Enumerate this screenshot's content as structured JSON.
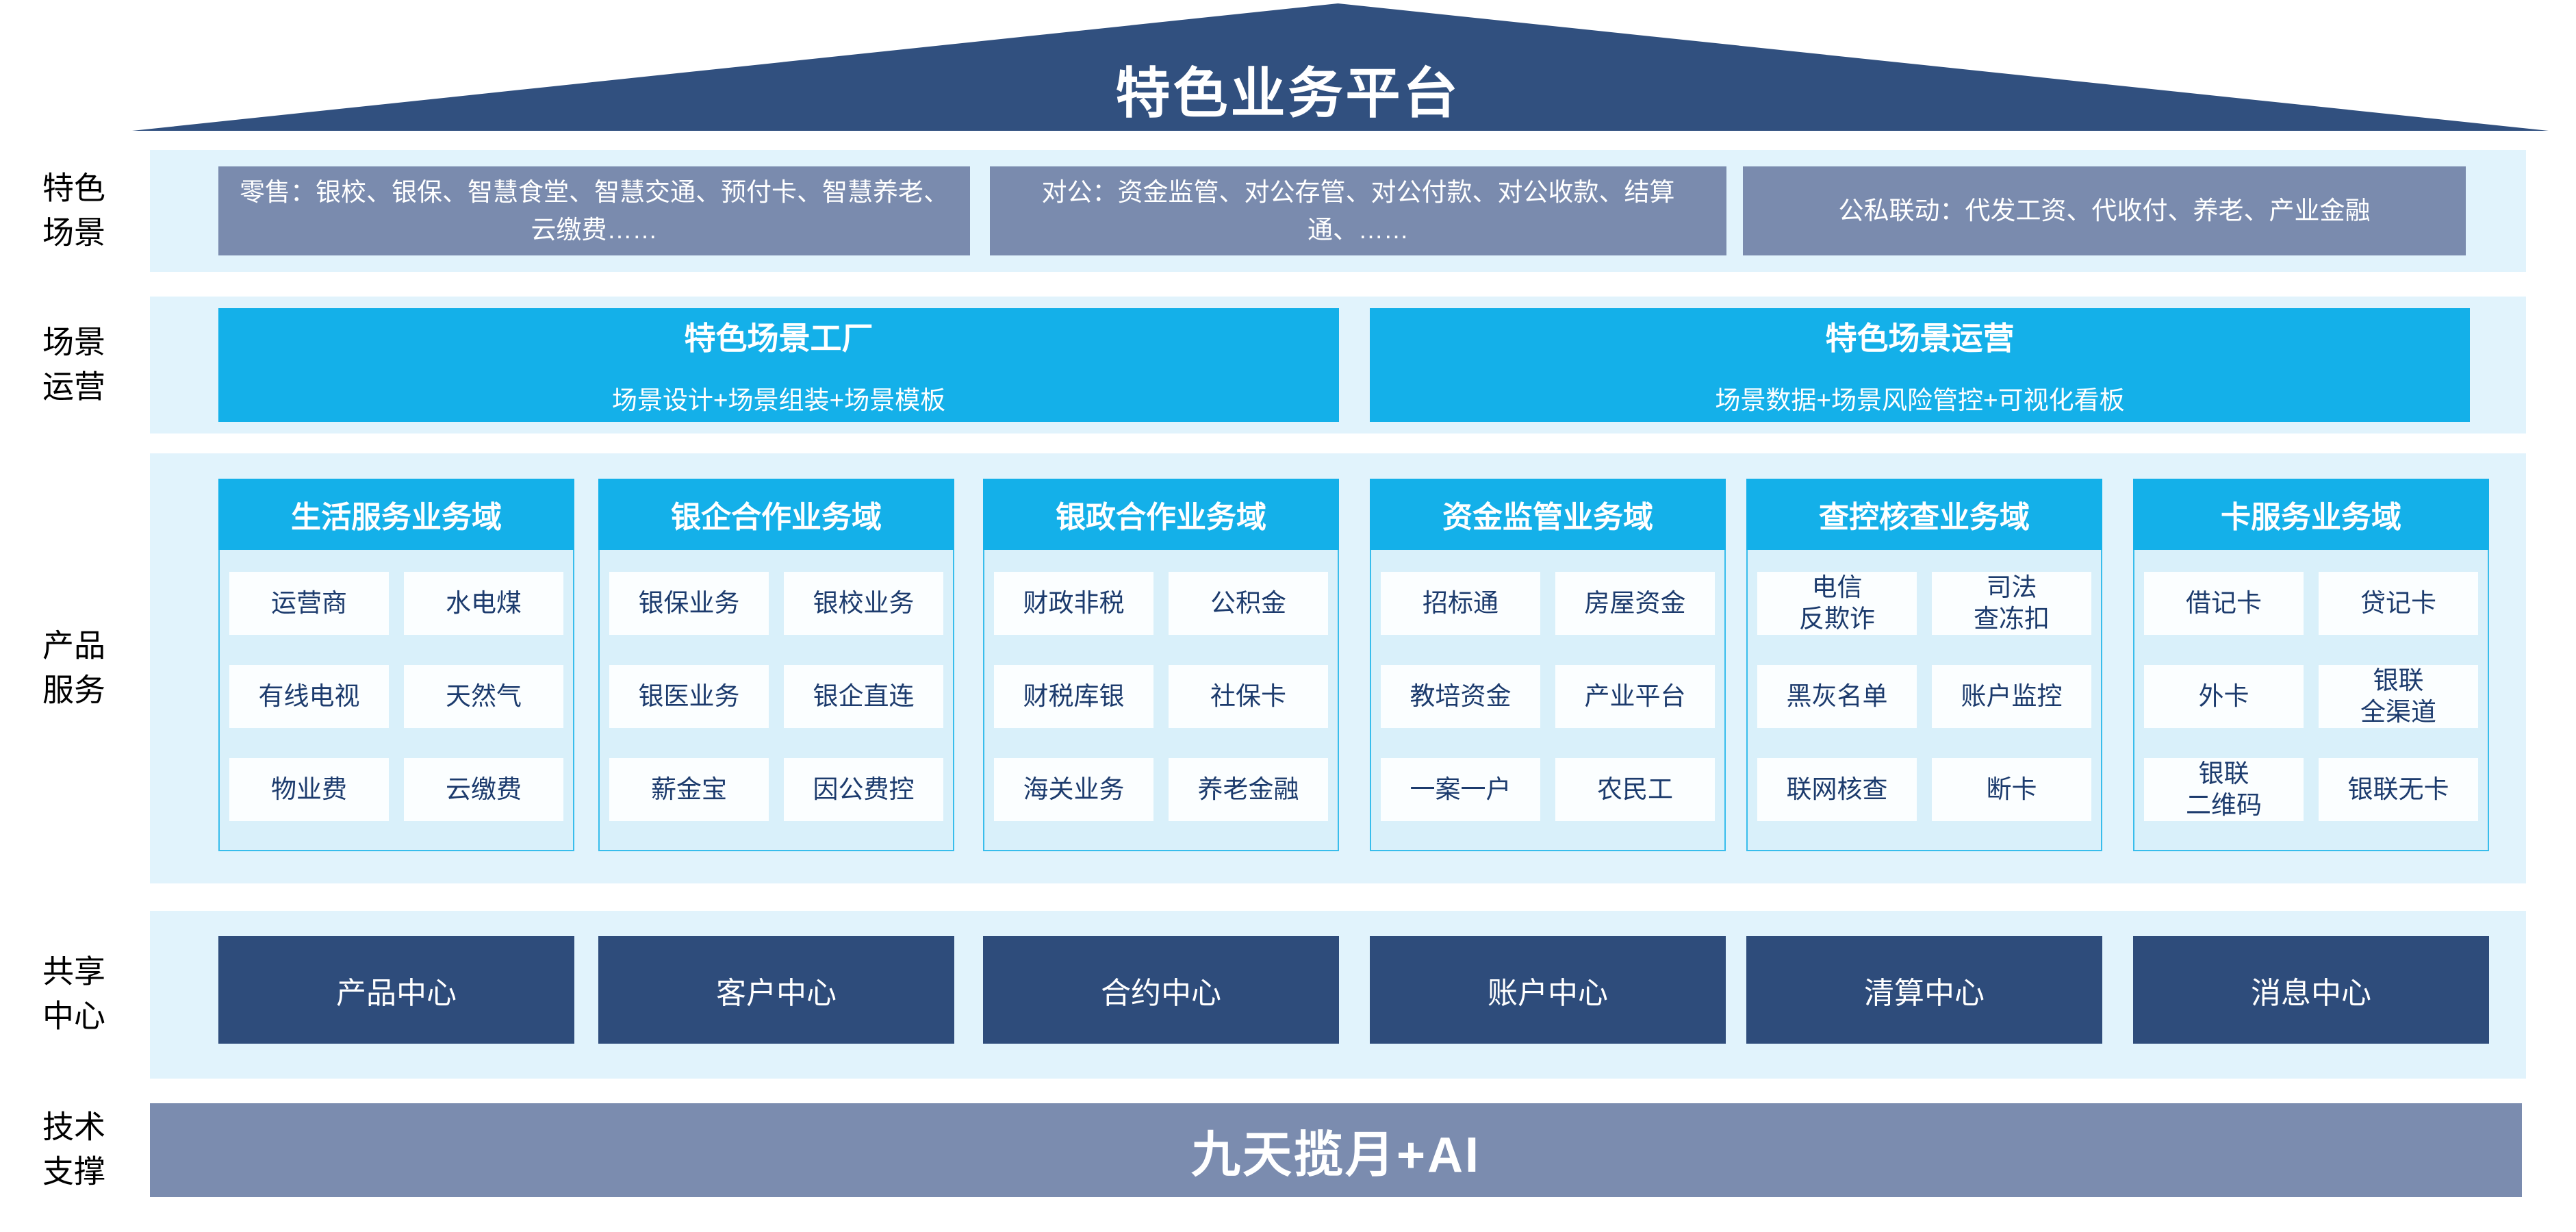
{
  "roof": {
    "title": "特色业务平台"
  },
  "labels": {
    "scenes": "特色\n场景",
    "operations": "场景\n运营",
    "products": "产品\n服务",
    "centers": "共享\n中心",
    "tech": "技术\n支撑"
  },
  "scenes_row": {
    "boxes": [
      "零售：银校、银保、智慧食堂、智慧交通、预付卡、智慧养老、云缴费……",
      "对公：资金监管、对公存管、对公付款、对公收款、结算通、……",
      "公私联动：代发工资、代收付、养老、产业金融"
    ]
  },
  "operations_row": {
    "boxes": [
      {
        "title": "特色场景工厂",
        "subtitle": "场景设计+场景组装+场景模板"
      },
      {
        "title": "特色场景运营",
        "subtitle": "场景数据+场景风险管控+可视化看板"
      }
    ]
  },
  "products_row": {
    "columns": [
      {
        "header": "生活服务业务域",
        "cells": [
          "运营商",
          "水电煤",
          "有线电视",
          "天然气",
          "物业费",
          "云缴费"
        ]
      },
      {
        "header": "银企合作业务域",
        "cells": [
          "银保业务",
          "银校业务",
          "银医业务",
          "银企直连",
          "薪金宝",
          "因公费控"
        ]
      },
      {
        "header": "银政合作业务域",
        "cells": [
          "财政非税",
          "公积金",
          "财税库银",
          "社保卡",
          "海关业务",
          "养老金融"
        ]
      },
      {
        "header": "资金监管业务域",
        "cells": [
          "招标通",
          "房屋资金",
          "教培资金",
          "产业平台",
          "一案一户",
          "农民工"
        ]
      },
      {
        "header": "查控核查业务域",
        "cells": [
          "电信\n反欺诈",
          "司法\n查冻扣",
          "黑灰名单",
          "账户监控",
          "联网核查",
          "断卡"
        ]
      },
      {
        "header": "卡服务业务域",
        "cells": [
          "借记卡",
          "贷记卡",
          "外卡",
          "银联\n全渠道",
          "银联\n二维码",
          "银联无卡"
        ]
      }
    ]
  },
  "centers_row": {
    "boxes": [
      "产品中心",
      "客户中心",
      "合约中心",
      "账户中心",
      "清算中心",
      "消息中心"
    ]
  },
  "tech_row": {
    "banner": "九天揽月+AI"
  },
  "colors": {
    "navy": "#31507F",
    "gray_blue": "#7A8BAE",
    "cyan": "#14B0E9",
    "band_light_blue": "#E1F3FC",
    "panel_blue": "#D9F0FA",
    "cell_text_navy": "#1C3B6D"
  }
}
